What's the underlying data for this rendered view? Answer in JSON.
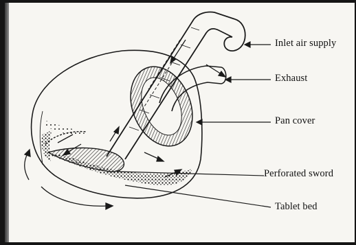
{
  "diagram": {
    "labels": {
      "inlet": "Inlet air supply",
      "exhaust": "Exhaust",
      "pan_cover": "Pan cover",
      "sword": "Perforated sword",
      "tablet_bed": "Tablet bed"
    },
    "colors": {
      "ink": "#1a1a1a",
      "paper": "#f7f6f2",
      "outer_border": "#151515"
    }
  }
}
